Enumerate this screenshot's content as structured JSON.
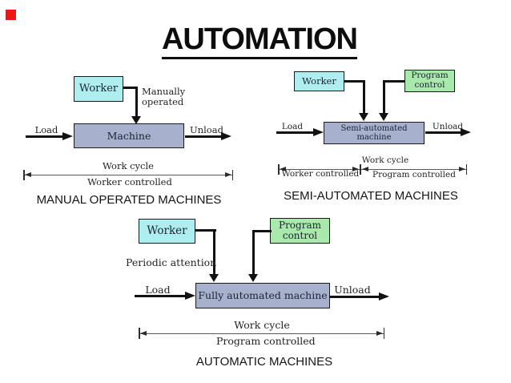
{
  "slide": {
    "title": "AUTOMATION",
    "marker_color": "#ee1515"
  },
  "colors": {
    "worker_box": "#aeeef0",
    "program_box": "#a9e9ac",
    "machine_box": "#a7b1ce"
  },
  "diagram_manual": {
    "worker_label": "Worker",
    "side_note_line1": "Manually",
    "side_note_line2": "operated",
    "machine_label": "Machine",
    "load_label": "Load",
    "unload_label": "Unload",
    "work_cycle_label": "Work cycle",
    "control_label": "Worker controlled",
    "caption": "MANUAL OPERATED MACHINES"
  },
  "diagram_semi": {
    "worker_label": "Worker",
    "program_label_line1": "Program",
    "program_label_line2": "control",
    "machine_label": "Semi-automated machine",
    "load_label": "Load",
    "unload_label": "Unload",
    "work_cycle_label": "Work cycle",
    "left_control_label": "Worker controlled",
    "right_control_label": "Program controlled",
    "caption": "SEMI-AUTOMATED MACHINES"
  },
  "diagram_auto": {
    "worker_label": "Worker",
    "program_label_line1": "Program",
    "program_label_line2": "control",
    "attention_note": "Periodic attention",
    "machine_label": "Fully automated machine",
    "load_label": "Load",
    "unload_label": "Unload",
    "work_cycle_label": "Work cycle",
    "control_label": "Program controlled",
    "caption": "AUTOMATIC MACHINES"
  }
}
